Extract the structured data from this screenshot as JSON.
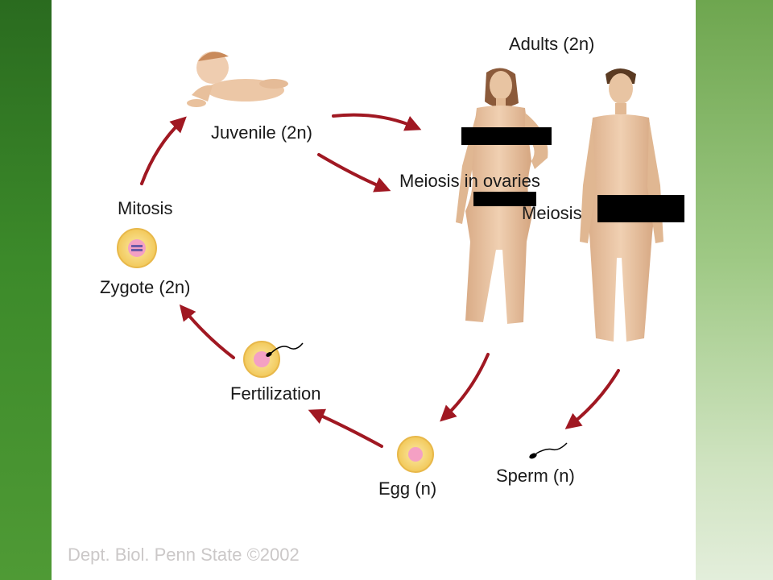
{
  "labels": {
    "adults": "Adults (2n)",
    "juvenile": "Juvenile (2n)",
    "meiosis_ovaries": "Meiosis in ovaries",
    "meiosis_partial": "Meiosis",
    "mitosis": "Mitosis",
    "zygote": "Zygote (2n)",
    "fertilization": "Fertilization",
    "egg": "Egg (n)",
    "sperm": "Sperm (n)"
  },
  "footer": "Dept. Biol. Penn State ©2002",
  "colors": {
    "arrow": "#a01822",
    "cell_outer": "#f4d36a",
    "cell_inner": "#f4a0c4",
    "skin": "#e9c4a3",
    "redaction": "#000000"
  },
  "icons": [
    "baby-illustration",
    "female-figure",
    "male-figure",
    "zygote-cell-icon",
    "fertilized-egg-icon",
    "egg-cell-icon",
    "sperm-icon"
  ]
}
